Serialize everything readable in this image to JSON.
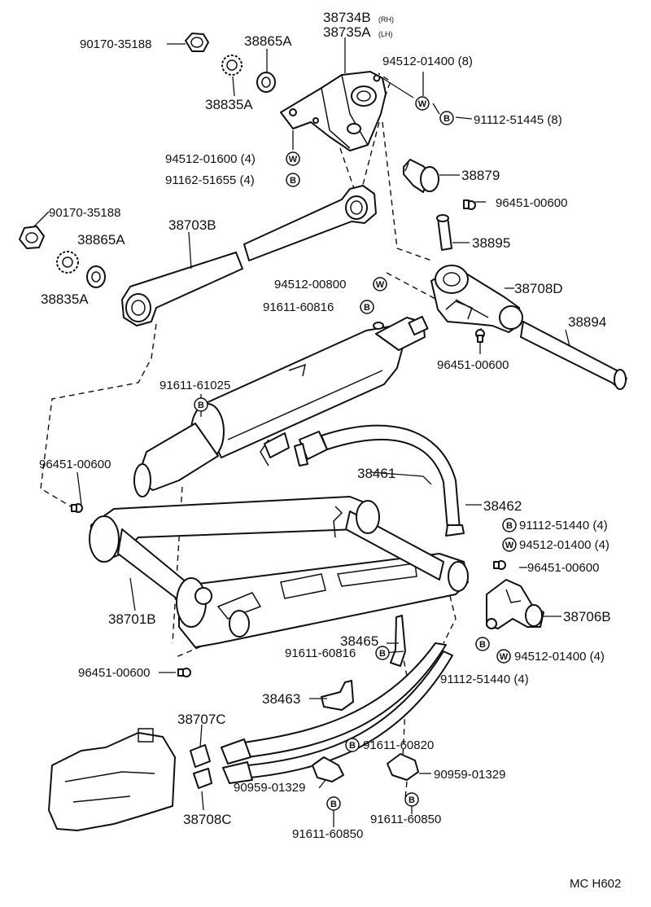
{
  "labels": {
    "p38734B": "38734B",
    "p38734B_side": "(RH)",
    "p38735A": "38735A",
    "p38735A_side": "(LH)",
    "p90170_35188_a": "90170-35188",
    "p38865A_a": "38865A",
    "p38835A_a": "38835A",
    "p94512_01400_8": "94512-01400 (8)",
    "p91112_51445_8": "91112-51445 (8)",
    "p94512_01600_4": "94512-01600 (4)",
    "p91162_51655_4": "91162-51655 (4)",
    "p38879": "38879",
    "p96451_00600_a": "96451-00600",
    "p90170_35188_b": "90170-35188",
    "p38703B": "38703B",
    "p38865A_b": "38865A",
    "p38895": "38895",
    "p38835A_b": "38835A",
    "p94512_00800": "94512-00800",
    "p38708D": "38708D",
    "p91611_60816_a": "91611-60816",
    "p38894": "38894",
    "p96451_00600_b": "96451-00600",
    "p91611_61025": "91611-61025",
    "p96451_00600_c": "96451-00600",
    "p38461": "38461",
    "p38462": "38462",
    "p91112_51440_4a": "91112-51440 (4)",
    "p94512_01400_4a": "94512-01400 (4)",
    "p96451_00600_d": "96451-00600",
    "p38706B": "38706B",
    "p94512_01400_4b": "94512-01400 (4)",
    "p91112_51440_4b": "91112-51440 (4)",
    "p38701B": "38701B",
    "p38465": "38465",
    "p91611_60816_b": "91611-60816",
    "p96451_00600_e": "96451-00600",
    "p38463": "38463",
    "p38707C": "38707C",
    "p91611_60820": "91611-60820",
    "p90959_01329_a": "90959-01329",
    "p90959_01329_b": "90959-01329",
    "p38708C": "38708C",
    "p91611_60850_a": "91611-60850",
    "p91611_60850_b": "91611-60850",
    "diagram_code": "MC H602"
  },
  "symbols": {
    "washer": "W",
    "bolt": "B"
  }
}
